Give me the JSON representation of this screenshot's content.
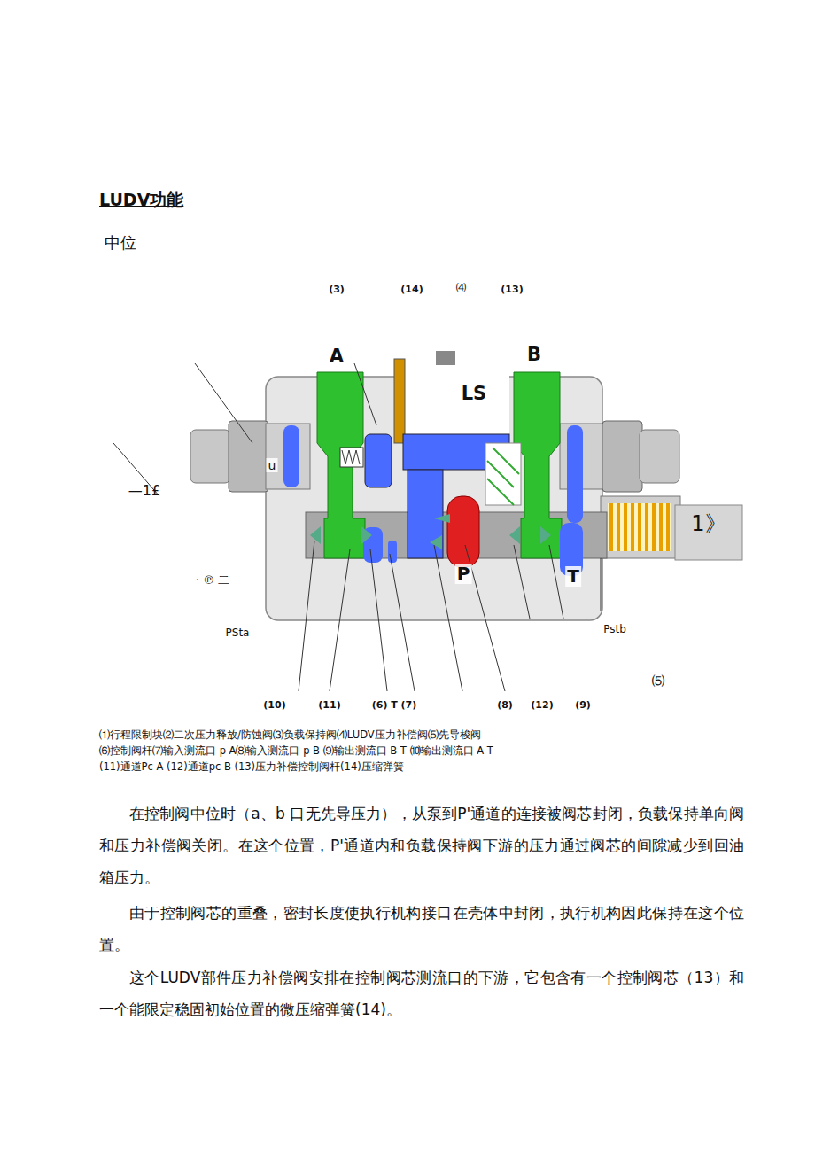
{
  "diagram": {
    "title": "LUDV功能",
    "labels": [
      "中位",
      "(3)",
      "(14)",
      "⑷",
      "(13)",
      "A",
      "B",
      "LS",
      "u",
      "—1£",
      "1》",
      "P",
      "T",
      "· ℗ 二",
      "PSta",
      "Pstb",
      "⑸",
      "(10)",
      "(11)",
      "(6) T (7)",
      "(8)",
      "(12)",
      "(9)",
      "⑴行程限制块⑵二次压力释放/防蚀阀⑶负载保持阀⑷LUDV压力补偿阀⑸先导梭阀",
      "⑹控制阀杆⑺输入测流口 p A⑻输入测流口 p B ⑼输出测流口 B T ⑽输出测流口 A T",
      "(11)通道Pc A (12)通道pc B (13)压力补偿控制阀杆(14)压缩弹簧",
      "在控制阀中位时（a、b 口无先导压力），从泵到P'通道的连接被阀芯封闭，负载保持单向阀和压力补偿阀关闭。在这个位置，P'通道内和负载保持阀下游的压力通过阀芯的间隙减少到回油箱压力。",
      "由于控制阀芯的重叠，密封长度使执行机构接口在壳体中封闭，执行机构因此保持在这个位置。",
      "这个LUDV部件压力补偿阀安排在控制阀芯测流口的下游，它包含有一个控制阀芯（13）和一个能限定稳固初始位置的微压缩弹簧(14)。"
    ]
  }
}
